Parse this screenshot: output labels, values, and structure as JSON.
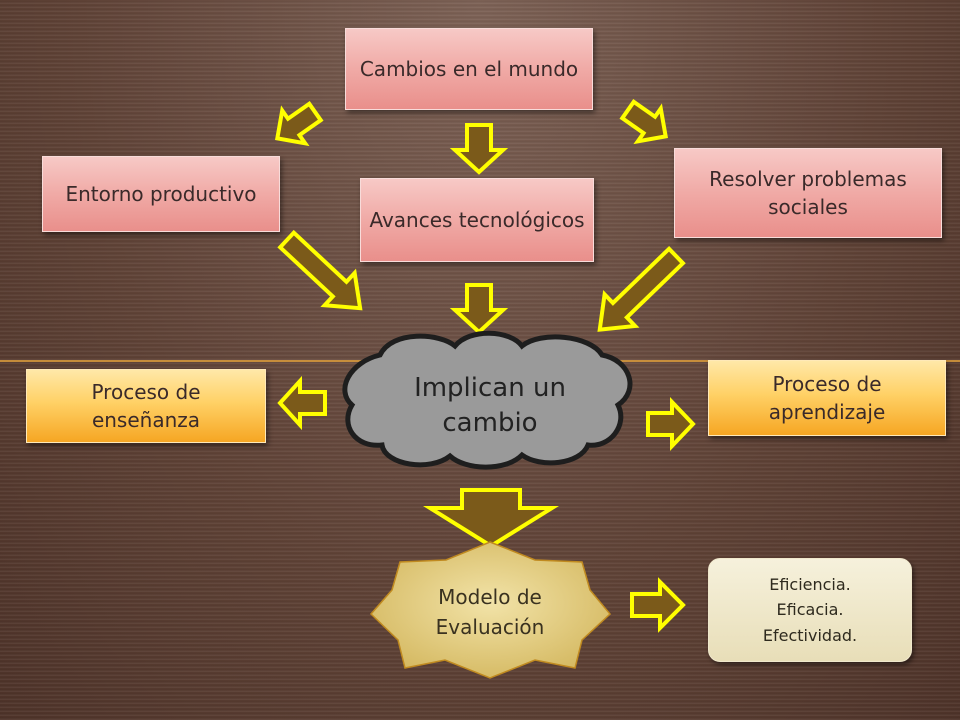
{
  "boxes": {
    "cambios": "Cambios en el mundo",
    "entorno": "Entorno productivo",
    "avances": "Avances tecnológicos",
    "resolver": "Resolver problemas sociales",
    "ensenanza": "Proceso de enseñanza",
    "aprendizaje": "Proceso de aprendizaje"
  },
  "cloud": {
    "label": "Implican un cambio"
  },
  "modelo": {
    "label": "Modelo de Evaluación"
  },
  "resultados": [
    "Eficiencia.",
    "Eficacia.",
    "Efectividad."
  ],
  "colors": {
    "arrow_fill": "#7b5a1a",
    "arrow_stroke": "#ffff00",
    "cloud_fill": "#9a9a9a",
    "cloud_stroke": "#1e1e1e",
    "divider_line": "#d89a3c"
  }
}
